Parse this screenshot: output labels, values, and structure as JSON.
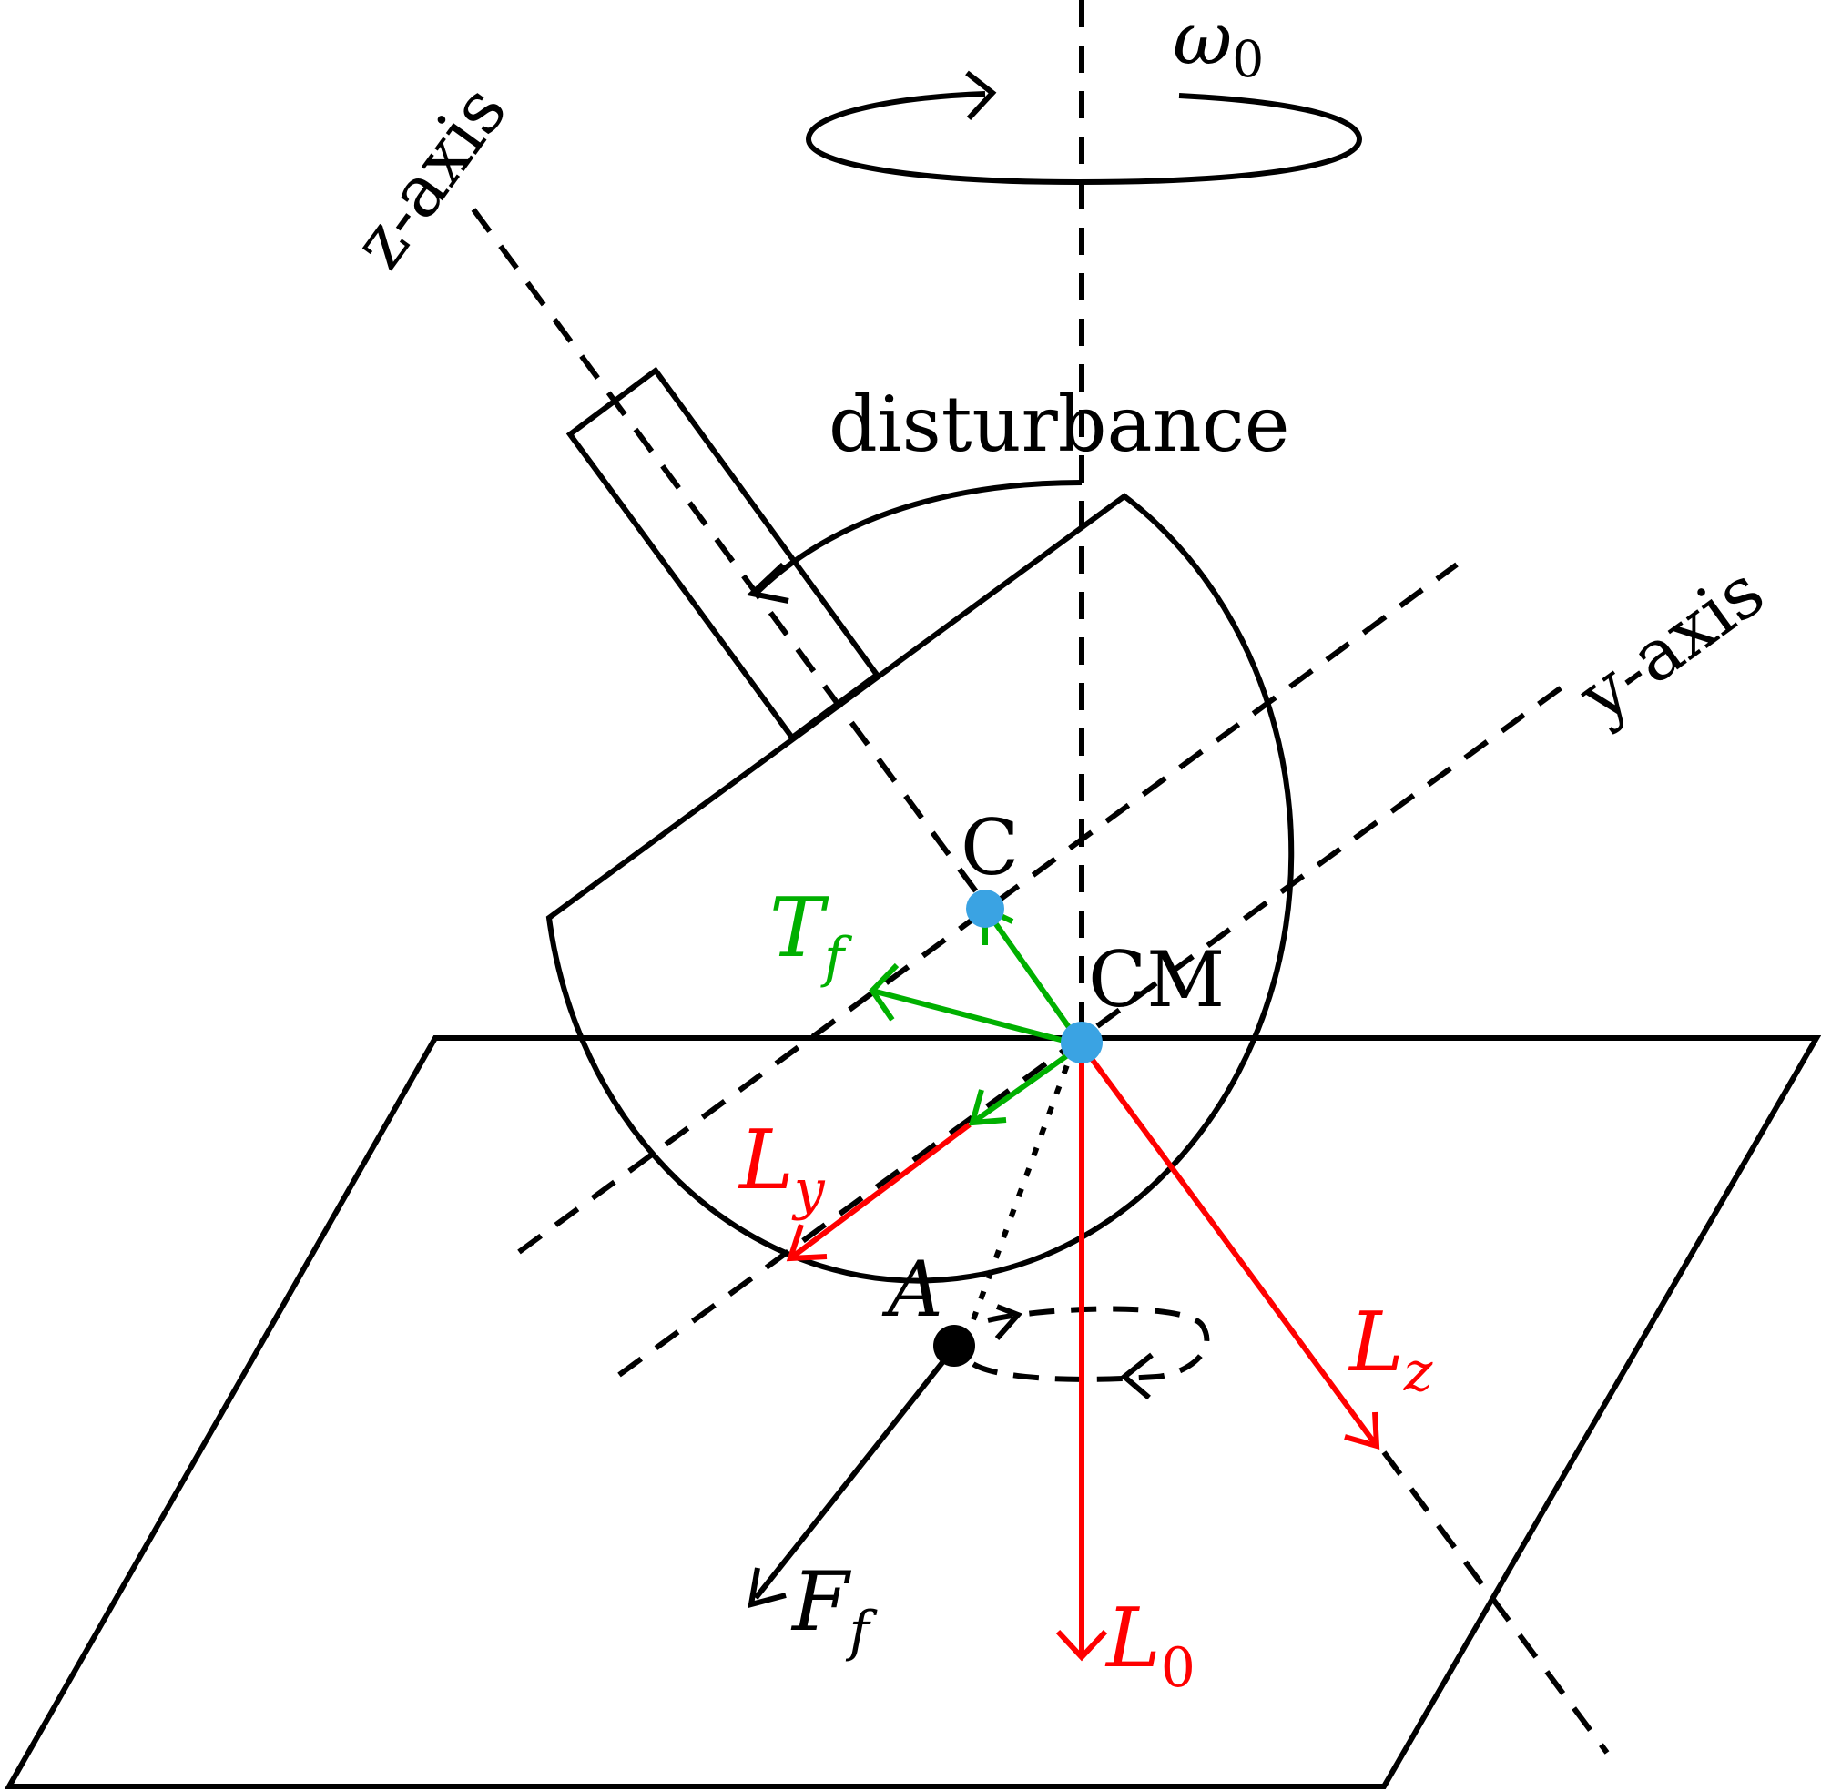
{
  "labels": {
    "omega": "ω",
    "omega_sub": "0",
    "z_axis": "z-axis",
    "y_axis": "y-axis",
    "disturbance": "disturbance",
    "C": "C",
    "CM": "CM",
    "A": "A",
    "Tf_main": "T",
    "Tf_sub": "f",
    "Ly_main": "L",
    "Ly_sub": "y",
    "Lz_main": "L",
    "Lz_sub": "z",
    "L0_main": "L",
    "L0_sub": "0",
    "Ff_main": "F",
    "Ff_sub": "f"
  },
  "colors": {
    "black": "#000000",
    "red": "#ff0000",
    "green": "#00b000",
    "point_blue": "#3aa3e3"
  }
}
